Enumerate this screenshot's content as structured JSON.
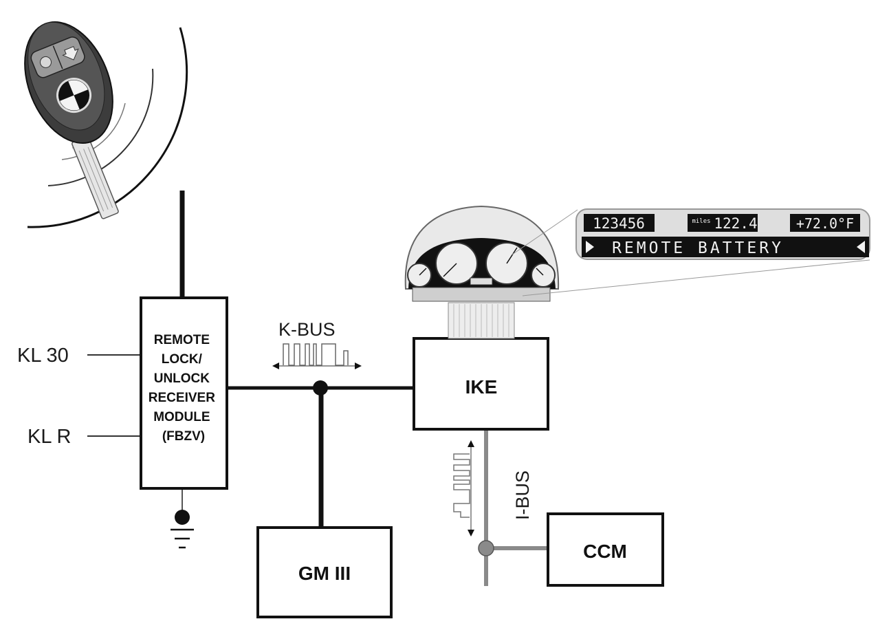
{
  "modules": {
    "fbzv": {
      "lines": [
        "REMOTE",
        "LOCK/",
        "UNLOCK",
        "RECEIVER",
        "MODULE",
        "(FBZV)"
      ]
    },
    "ike": {
      "label": "IKE"
    },
    "gm": {
      "label": "GM III"
    },
    "ccm": {
      "label": "CCM"
    }
  },
  "inputs": {
    "kl30": "KL 30",
    "klr": "KL R"
  },
  "buses": {
    "kbus": "K-BUS",
    "ibus": "I-BUS"
  },
  "cluster_display": {
    "odometer": "123456",
    "range_unit": "miles",
    "range_value": "122.4",
    "temperature": "+72.0°F",
    "message": "REMOTE BATTERY"
  }
}
